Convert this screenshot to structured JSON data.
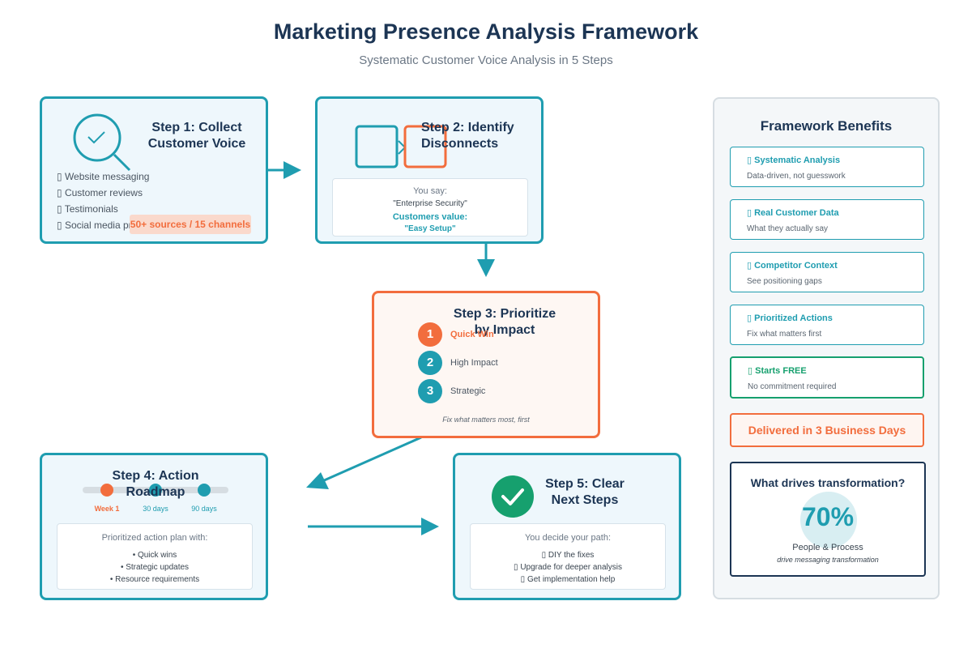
{
  "header": {
    "title": "Marketing Presence Analysis Framework",
    "subtitle": "Systematic Customer Voice Analysis in 5 Steps"
  },
  "step1": {
    "title_line1": "Step 1: Collect",
    "title_line2": "Customer Voice",
    "items": [
      "▯ Website messaging",
      "▯ Customer reviews",
      "▯ Testimonials",
      "▯ Social media presence"
    ],
    "badge": "50+ sources / 15 channels"
  },
  "step2": {
    "title_line1": "Step 2: Identify",
    "title_line2": "Disconnects",
    "you_say": "You say:",
    "you_say_value": "\"Enterprise Security\"",
    "customers_value": "Customers value:",
    "customers_value_value": "\"Easy Setup\""
  },
  "step3": {
    "title_line1": "Step 3: Prioritize",
    "title_line2": "by Impact",
    "priorities": [
      {
        "num": "1",
        "label": "Quick Win"
      },
      {
        "num": "2",
        "label": "High Impact"
      },
      {
        "num": "3",
        "label": "Strategic"
      }
    ],
    "footer": "Fix what matters most, first"
  },
  "step4": {
    "title_line1": "Step 4: Action",
    "title_line2": "Roadmap",
    "milestones": [
      "Week 1",
      "30 days",
      "90 days"
    ],
    "plan_heading": "Prioritized action plan with:",
    "plan_items": [
      "• Quick wins",
      "• Strategic updates",
      "• Resource requirements"
    ]
  },
  "step5": {
    "title_line1": "Step 5: Clear",
    "title_line2": "Next Steps",
    "path_heading": "You decide your path:",
    "path_items": [
      "▯ DIY the fixes",
      "▯ Upgrade for deeper analysis",
      "▯ Get implementation help"
    ]
  },
  "sidebar": {
    "title": "Framework Benefits",
    "benefits": [
      {
        "title": "▯ Systematic Analysis",
        "desc": "Data-driven, not guesswork"
      },
      {
        "title": "▯ Real Customer Data",
        "desc": "What they actually say"
      },
      {
        "title": "▯ Competitor Context",
        "desc": "See positioning gaps"
      },
      {
        "title": "▯ Prioritized Actions",
        "desc": "Fix what matters first"
      },
      {
        "title": "▯ Starts FREE",
        "desc": "No commitment required"
      }
    ],
    "delivery": "Delivered in 3 Business Days",
    "drives_title": "What drives transformation?",
    "stat": "70%",
    "stat_label": "People & Process",
    "stat_sub": "drive messaging transformation"
  },
  "colors": {
    "teal": "#1f9db0",
    "orange": "#f26d3d",
    "navy": "#1c3554",
    "green": "#16a06e"
  },
  "icons": {
    "step1": "magnifier-check-icon",
    "step2": "two-boxes-icon",
    "step5": "checkmark-circle-icon"
  }
}
